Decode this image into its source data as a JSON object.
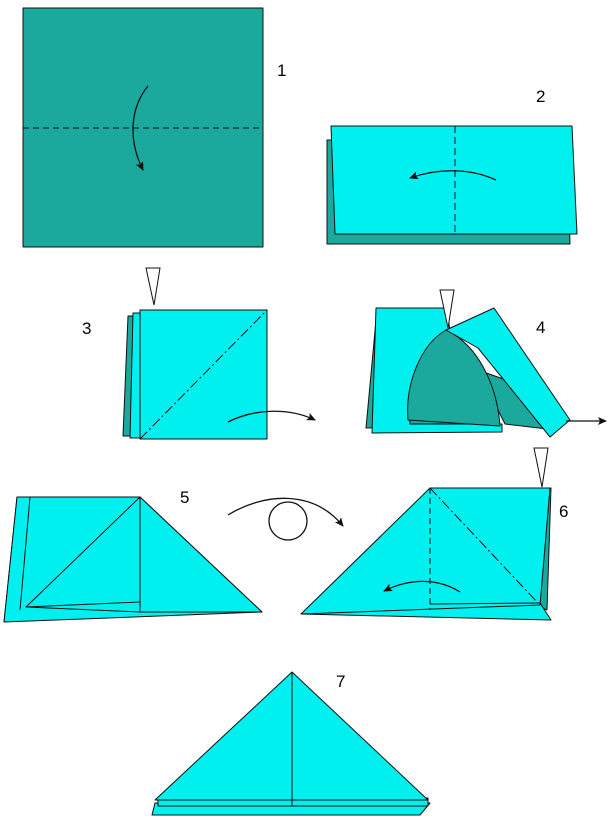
{
  "colors": {
    "paper_front": "#00f0f0",
    "paper_back": "#1aa99c",
    "paper_back_dark": "#129a8d",
    "line": "#111111",
    "background": "#ffffff"
  },
  "steps": [
    {
      "number": "1"
    },
    {
      "number": "2"
    },
    {
      "number": "3"
    },
    {
      "number": "4"
    },
    {
      "number": "5"
    },
    {
      "number": "6"
    },
    {
      "number": "7"
    }
  ],
  "icons": {
    "valley_fold_arrow": "curved-arrow-icon",
    "squash_push": "push-arrow-icon",
    "turn_over": "turn-over-icon",
    "pull_out": "pull-arrow-icon"
  }
}
